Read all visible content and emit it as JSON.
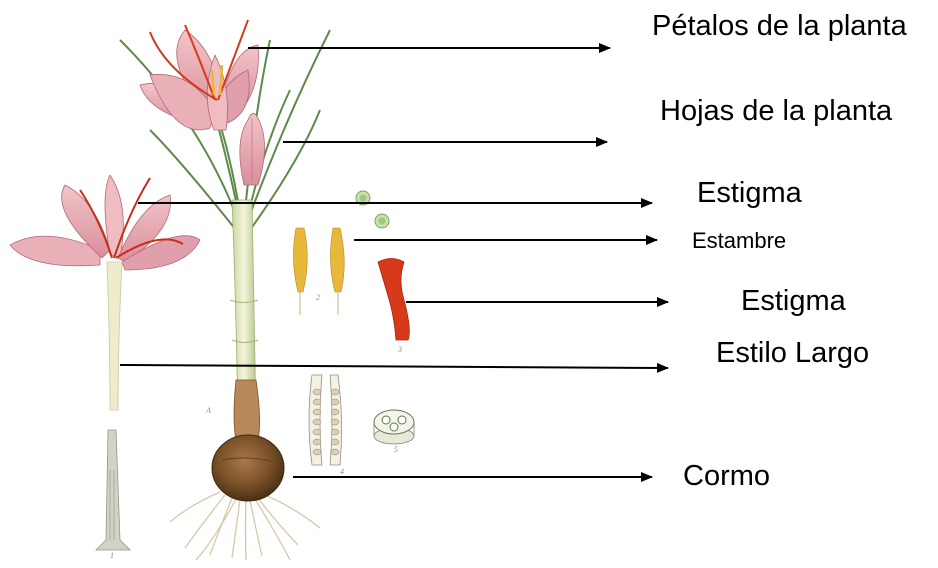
{
  "labels": {
    "petalos": "Pétalos de la planta",
    "hojas": "Hojas de la planta",
    "estigma_1": "Estigma",
    "estambre": "Estambre",
    "estigma_2": "Estigma",
    "estilo": "Estilo Largo",
    "cormo": "Cormo"
  },
  "figure_numbers": {
    "main_plant": "A",
    "stamen": "2",
    "stigma": "3",
    "anther_section": "4",
    "ovary_section": "5",
    "style_base": "1"
  },
  "colors": {
    "arrow": "#000000",
    "petal": "#e6a8b0",
    "petal_vein": "#b46878",
    "stigma": "#d63a1a",
    "anther": "#e8b83a",
    "leaf": "#5f8a4a",
    "corm": "#7a5228",
    "root": "#d8c8a8",
    "pollen": "#9cc87a"
  }
}
